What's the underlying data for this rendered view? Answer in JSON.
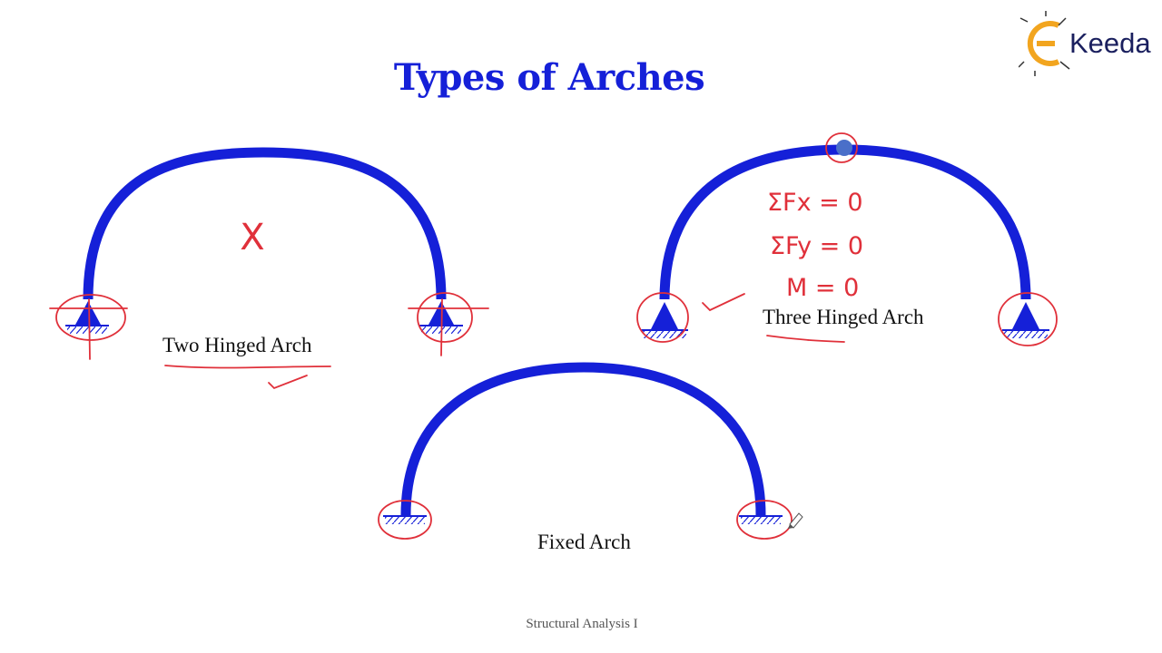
{
  "slide": {
    "title": "Types of Arches",
    "footer": "Structural Analysis I"
  },
  "logo": {
    "text": "Keeda",
    "brand_letter": "E",
    "brand_color": "#f2a51f",
    "text_color": "#1a1f5e"
  },
  "arches": [
    {
      "label": "Two Hinged Arch",
      "supports": [
        "hinge",
        "hinge"
      ]
    },
    {
      "label": "Three Hinged Arch",
      "supports": [
        "hinge",
        "hinge"
      ],
      "crown_hinge": true
    },
    {
      "label": "Fixed Arch",
      "supports": [
        "fixed",
        "fixed"
      ]
    }
  ],
  "annotations": {
    "cross_mark": "X",
    "equations": [
      "ΣFx = 0",
      "ΣFy = 0",
      "M = 0"
    ]
  },
  "colors": {
    "arch": "#1520d8",
    "annotation": "#e0303a",
    "crown_hinge": "#4a6fc9"
  }
}
